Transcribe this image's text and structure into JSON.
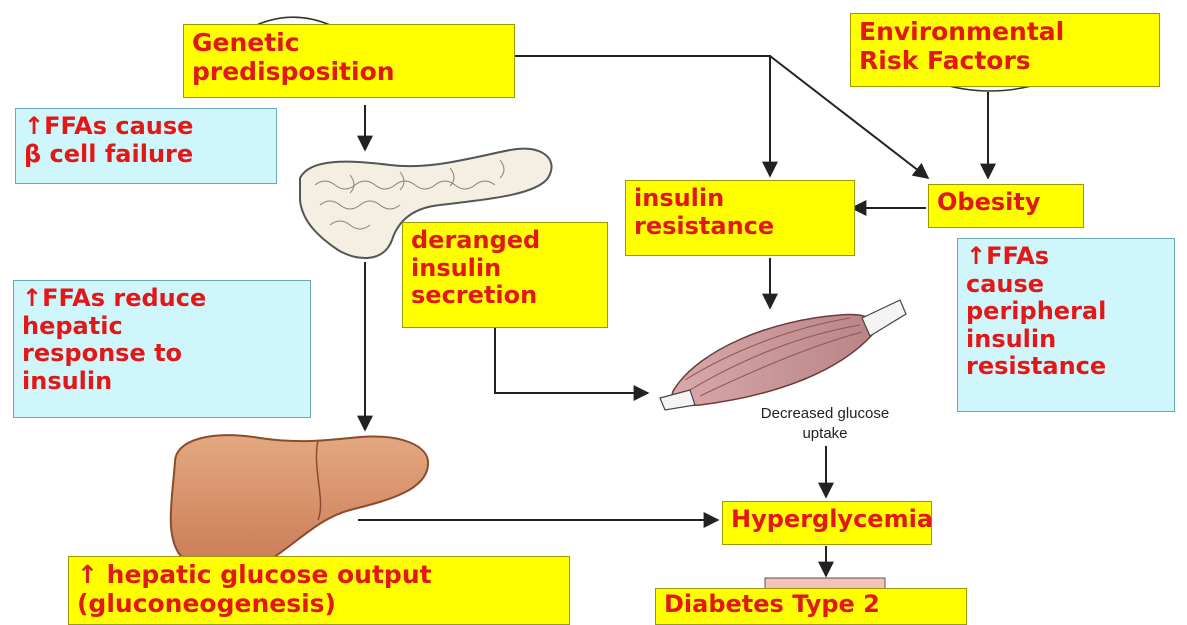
{
  "boxes": {
    "genetic": [
      "Genetic",
      "predisposition"
    ],
    "environmental": [
      "Environmental",
      "Risk Factors"
    ],
    "ffa_beta": [
      "↑FFAs cause",
      "β cell failure"
    ],
    "insulin_resistance": [
      "insulin",
      "resistance"
    ],
    "obesity": [
      "Obesity"
    ],
    "deranged": [
      "deranged",
      "insulin",
      "secretion"
    ],
    "ffa_hepatic": [
      "↑FFAs reduce",
      "hepatic",
      "response to",
      "insulin"
    ],
    "ffa_peripheral": [
      "↑FFAs",
      "cause",
      "peripheral",
      "insulin",
      "resistance"
    ],
    "hyperglycemia": [
      "Hyperglycemia"
    ],
    "hepatic_output": [
      "↑ hepatic glucose output",
      "(gluconeogenesis)"
    ],
    "diabetes": [
      "Diabetes Type 2"
    ]
  },
  "muscle_caption": [
    "Decreased glucose",
    "uptake"
  ],
  "colors": {
    "box_yellow": "#ffff00",
    "box_blue": "#cff6fb",
    "text_red": "#e21818",
    "arrow": "#222222"
  },
  "illustrations": [
    "pancreas",
    "liver",
    "muscle"
  ]
}
